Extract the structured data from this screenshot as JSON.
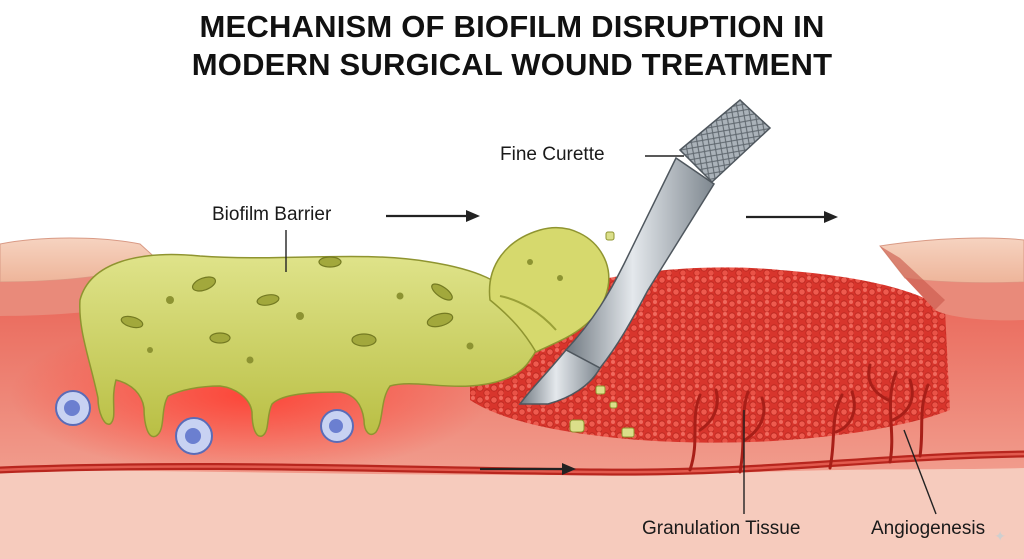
{
  "title": {
    "line1": "MECHANISM OF BIOFILM DISRUPTION IN",
    "line2": "MODERN SURGICAL WOUND TREATMENT"
  },
  "labels": {
    "biofilm": "Biofilm Barrier",
    "curette": "Fine Curette",
    "granulation": "Granulation Tissue",
    "angiogenesis": "Angiogenesis"
  },
  "colors": {
    "skin_top": "#f3c6ae",
    "skin_band": "#e98a7a",
    "dermis": "#e0463f",
    "granulation": "#d9362e",
    "biofilm": "#c9cf5e",
    "vessel": "#b8261e",
    "immune_cell": "#7b8fd6",
    "instrument": "#9aa3ab"
  }
}
